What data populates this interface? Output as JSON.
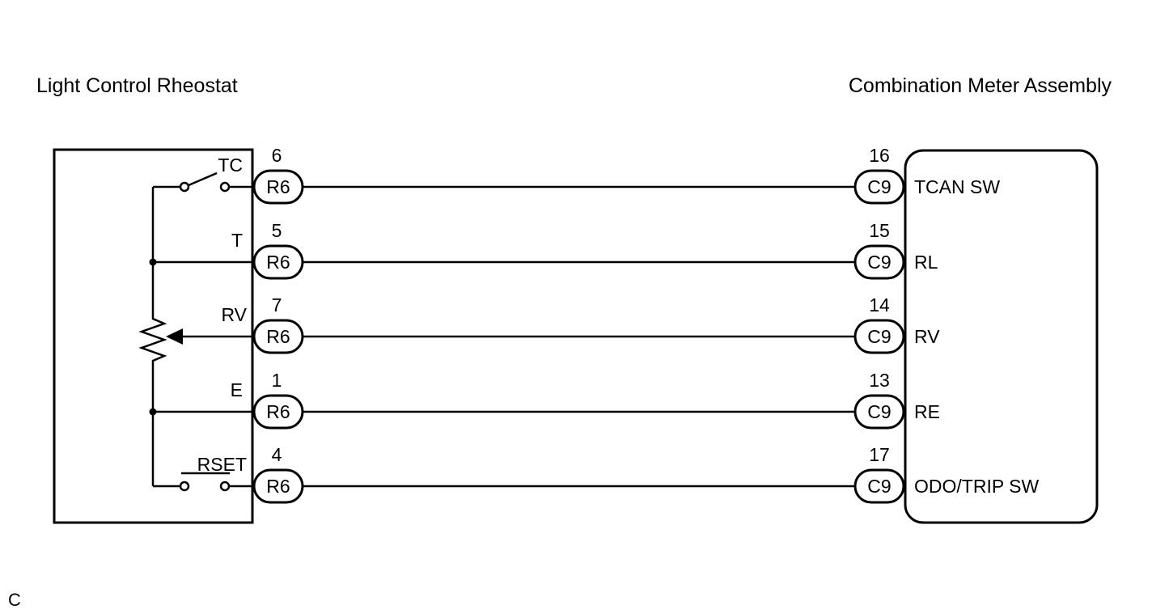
{
  "left_component": {
    "title": "Light Control Rheostat"
  },
  "right_component": {
    "title": "Combination Meter Assembly"
  },
  "left_connector": "R6",
  "right_connector": "C9",
  "wires": [
    {
      "left_label": "TC",
      "left_pin": "6",
      "right_pin": "16",
      "right_label": "TCAN SW"
    },
    {
      "left_label": "T",
      "left_pin": "5",
      "right_pin": "15",
      "right_label": "RL"
    },
    {
      "left_label": "RV",
      "left_pin": "7",
      "right_pin": "14",
      "right_label": "RV"
    },
    {
      "left_label": "E",
      "left_pin": "1",
      "right_pin": "13",
      "right_label": "RE"
    },
    {
      "left_label": "RSET",
      "left_pin": "4",
      "right_pin": "17",
      "right_label": "ODO/TRIP SW"
    }
  ],
  "corner_mark": "C"
}
